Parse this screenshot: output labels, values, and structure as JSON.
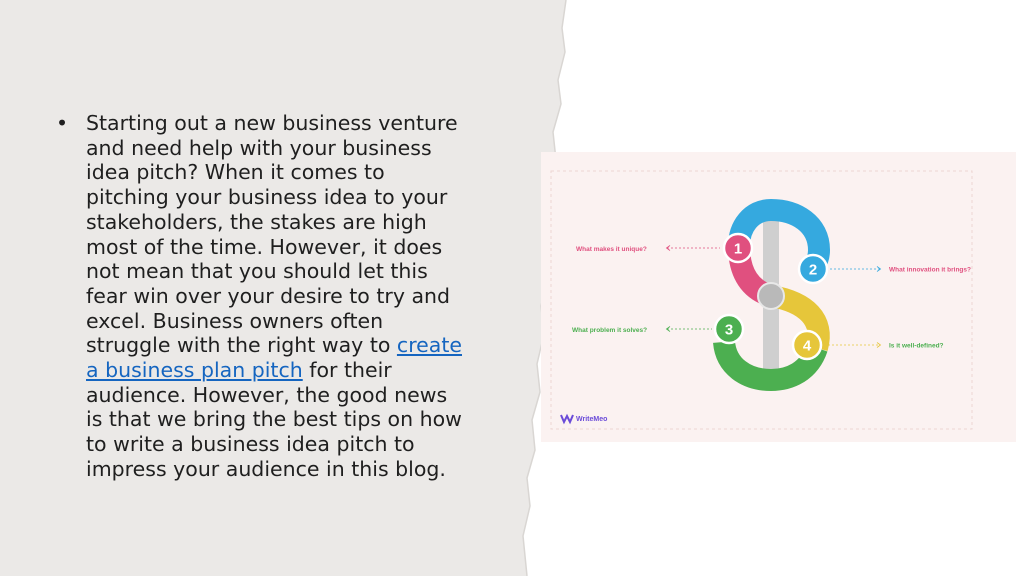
{
  "slide": {
    "paragraph": {
      "bullet": "•",
      "before_link": "Starting out a new business venture and need help with your business idea pitch? When it comes to pitching your business idea to your stakeholders, the stakes are high most of the time. However, it does not mean that you should let this fear win over your desire to try and excel. Business owners often struggle with the right way to ",
      "link_text": "create a business plan pitch",
      "after_link": " for their audience. However, the good news is that we bring the best tips on how to write a business idea pitch to impress your audience in this blog."
    },
    "infographic": {
      "steps": [
        {
          "number": "1",
          "label": "What makes it unique?",
          "color": "#e0507f"
        },
        {
          "number": "2",
          "label": "What innovation it brings?",
          "color": "#35a9df"
        },
        {
          "number": "3",
          "label": "What problem it solves?",
          "color": "#4caf50"
        },
        {
          "number": "4",
          "label": "Is it well-defined?",
          "color": "#e6c63a"
        }
      ],
      "brand": "WriteMeo",
      "brand_color": "#6a4bd8"
    }
  },
  "colors": {
    "panel_bg": "#ebe9e7",
    "page_bg": "#ffffff",
    "link": "#1565c0",
    "infographic_bg": "#fbf2f1"
  }
}
